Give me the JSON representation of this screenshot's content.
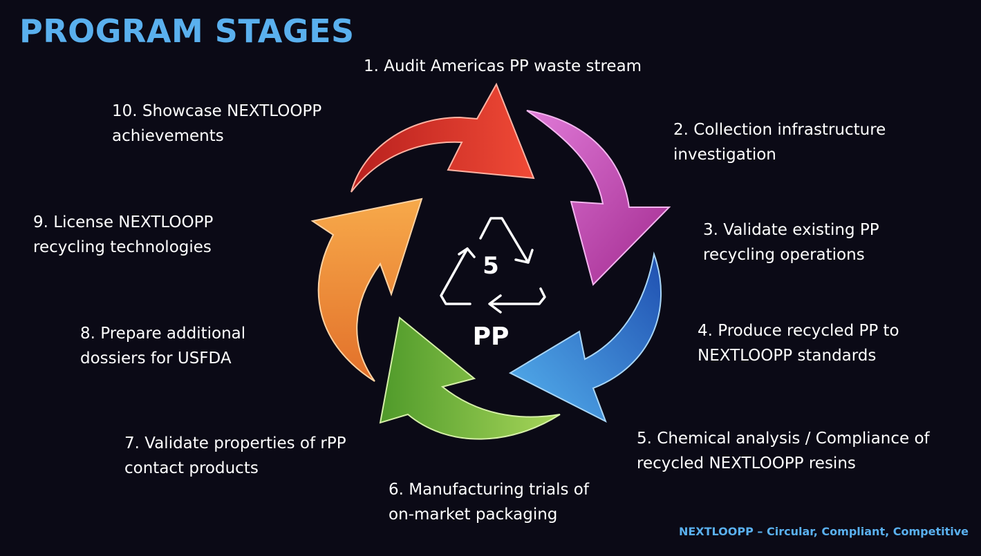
{
  "title": "PROGRAM STAGES",
  "center": {
    "number": "5",
    "code": "PP"
  },
  "steps": [
    {
      "line1": "1. Audit Americas PP waste stream",
      "line2": "",
      "color": "#e0352e"
    },
    {
      "line1": "2. Collection infrastructure",
      "line2": "investigation",
      "color": "#c63fae"
    },
    {
      "line1": "3. Validate existing PP",
      "line2": "recycling operations",
      "color": "#c63fae"
    },
    {
      "line1": "4. Produce recycled PP to",
      "line2": "NEXTLOOPP standards",
      "color": "#2f78d6"
    },
    {
      "line1": "5. Chemical analysis / Compliance of",
      "line2": "recycled NEXTLOOPP resins",
      "color": "#2f78d6"
    },
    {
      "line1": "6. Manufacturing trials of",
      "line2": "on-market packaging",
      "color": "#7fbf3a"
    },
    {
      "line1": "7. Validate properties of rPP",
      "line2": "contact products",
      "color": "#7fbf3a"
    },
    {
      "line1": "8. Prepare additional",
      "line2": "dossiers for USFDA",
      "color": "#ee8b2c"
    },
    {
      "line1": "9. License NEXTLOOPP",
      "line2": "recycling technologies",
      "color": "#ee8b2c"
    },
    {
      "line1": "10. Showcase NEXTLOOPP",
      "line2": "achievements",
      "color": "#e0352e"
    }
  ],
  "footer": "NEXTLOOPP – Circular, Compliant, Competitive"
}
